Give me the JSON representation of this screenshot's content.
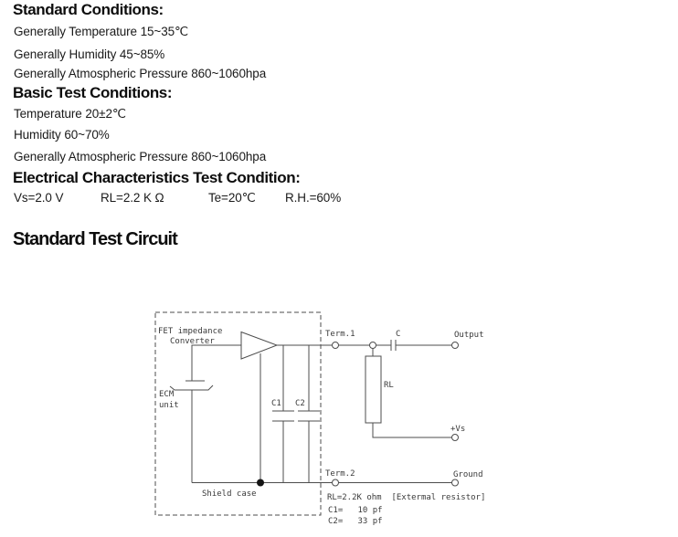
{
  "colors": {
    "background": "#ffffff",
    "text": "#111111",
    "diagram_stroke": "#4d4d4d",
    "diagram_text": "#3a3a3a"
  },
  "conditions": {
    "standard": {
      "heading": "Standard Conditions:",
      "lines": [
        "Generally Temperature 15~35℃",
        "Generally Humidity 45~85%",
        "Generally Atmospheric Pressure 860~1060hpa"
      ]
    },
    "basic": {
      "heading": "Basic Test Conditions:",
      "lines": [
        "Temperature 20±2℃",
        "Humidity 60~70%",
        "Generally Atmospheric Pressure 860~1060hpa"
      ]
    },
    "electrical": {
      "heading": "Electrical Characteristics Test Condition:",
      "values": [
        "Vs=2.0 V",
        "RL=2.2 K Ω",
        "Te=20℃",
        "R.H.=60%"
      ]
    }
  },
  "circuit": {
    "heading": "Standard Test Circuit",
    "labels": {
      "fet_line1": "FET impedance",
      "fet_line2": "Converter",
      "ecm_line1": "ECM",
      "ecm_line2": "unit",
      "c1": "C1",
      "c2": "C2",
      "term1": "Term.1",
      "term2": "Term.2",
      "cap": "C",
      "rl": "RL",
      "output": "Output",
      "vs": "+Vs",
      "ground": "Ground",
      "shield": "Shield case",
      "note_rl": "RL=2.2K ohm  [Extermal resistor]",
      "note_c1": "C1=   10 pf",
      "note_c2": "C2=   33 pf"
    }
  }
}
